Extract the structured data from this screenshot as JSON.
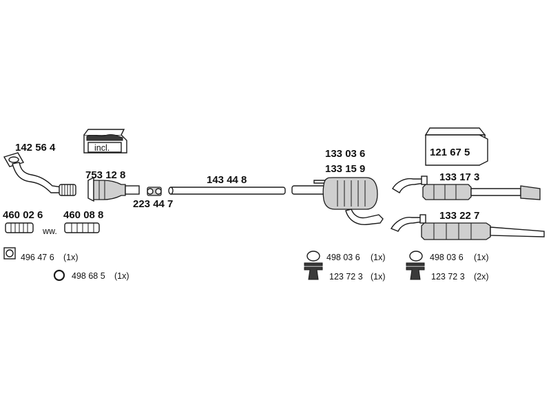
{
  "parts": {
    "front_pipe": "142 56 4",
    "incl_label": "incl.",
    "catalyst": "753 12 8",
    "clamp_small": "223 44 7",
    "middle_pipe": "143 44 8",
    "mid_silencer_a": "133 03 6",
    "mid_silencer_b": "133 15 9",
    "mounting_kit": "121 67 5",
    "rear_silencer_a": "133 17 3",
    "rear_silencer_b": "133 22 7",
    "flex_a": "460 02 6",
    "flex_b": "460 08 8",
    "ww_label": "ww.",
    "gasket_square": "496 47 6",
    "gasket_square_qty": "(1x)",
    "ring": "498 68 5",
    "ring_qty": "(1x)",
    "mid_hanger_ring": "498 03 6",
    "mid_hanger_ring_qty": "(1x)",
    "mid_hanger_rubber": "123 72 3",
    "mid_hanger_rubber_qty": "(1x)",
    "rear_hanger_ring": "498 03 6",
    "rear_hanger_ring_qty": "(1x)",
    "rear_hanger_rubber": "123 72 3",
    "rear_hanger_rubber_qty": "(2x)"
  }
}
